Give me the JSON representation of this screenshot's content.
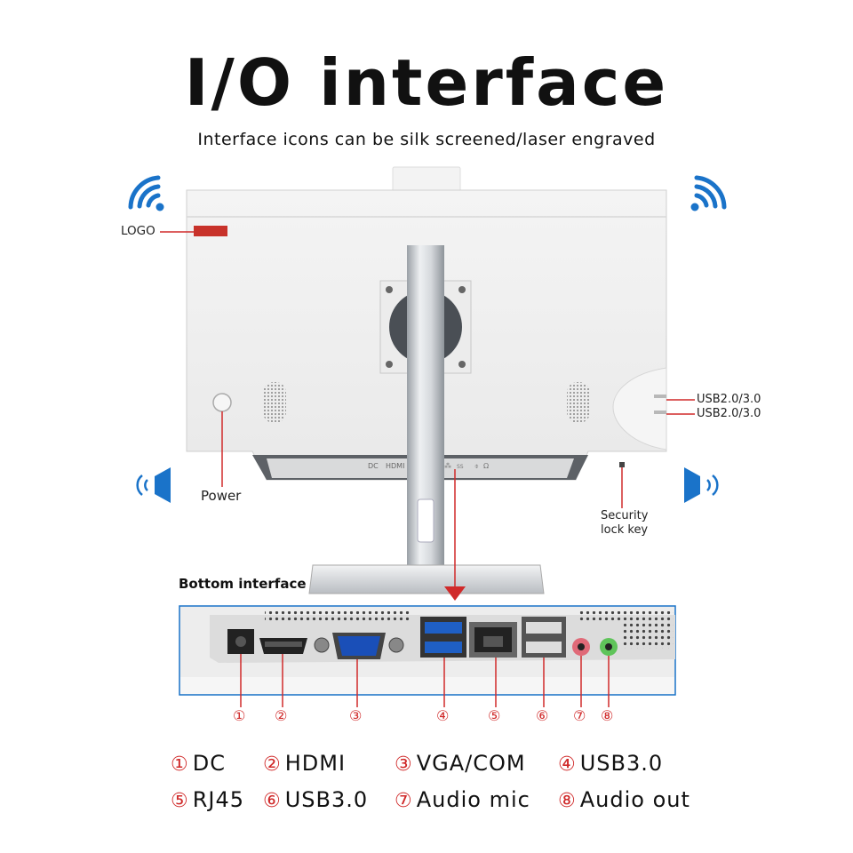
{
  "header": {
    "title": "I/O interface",
    "subtitle": "Interface icons can be silk screened/laser engraved"
  },
  "callouts": {
    "logo": "LOGO",
    "power": "Power",
    "usb_side_1": "USB2.0/3.0",
    "usb_side_2": "USB2.0/3.0",
    "security_line1": "Security",
    "security_line2": "lock key"
  },
  "rear_labels": {
    "dc": "DC",
    "hdmi": "HDMI"
  },
  "bottom_section": {
    "title": "Bottom interface",
    "port_numbers": [
      "①",
      "②",
      "③",
      "④",
      "⑤",
      "⑥",
      "⑦",
      "⑧"
    ]
  },
  "legend": [
    {
      "num": "①",
      "label": "DC"
    },
    {
      "num": "②",
      "label": "HDMI"
    },
    {
      "num": "③",
      "label": "VGA/COM"
    },
    {
      "num": "④",
      "label": "USB3.0"
    },
    {
      "num": "⑤",
      "label": "RJ45"
    },
    {
      "num": "⑥",
      "label": "USB3.0"
    },
    {
      "num": "⑦",
      "label": "Audio mic"
    },
    {
      "num": "⑧",
      "label": "Audio out"
    }
  ],
  "colors": {
    "accent_blue": "#1a73c9",
    "callout_red": "#d02a2a",
    "logo_red": "#c8322a",
    "mic_pink": "#e06a78",
    "out_green": "#5fc45a"
  },
  "icons": [
    "wifi-icon",
    "speaker-icon"
  ]
}
